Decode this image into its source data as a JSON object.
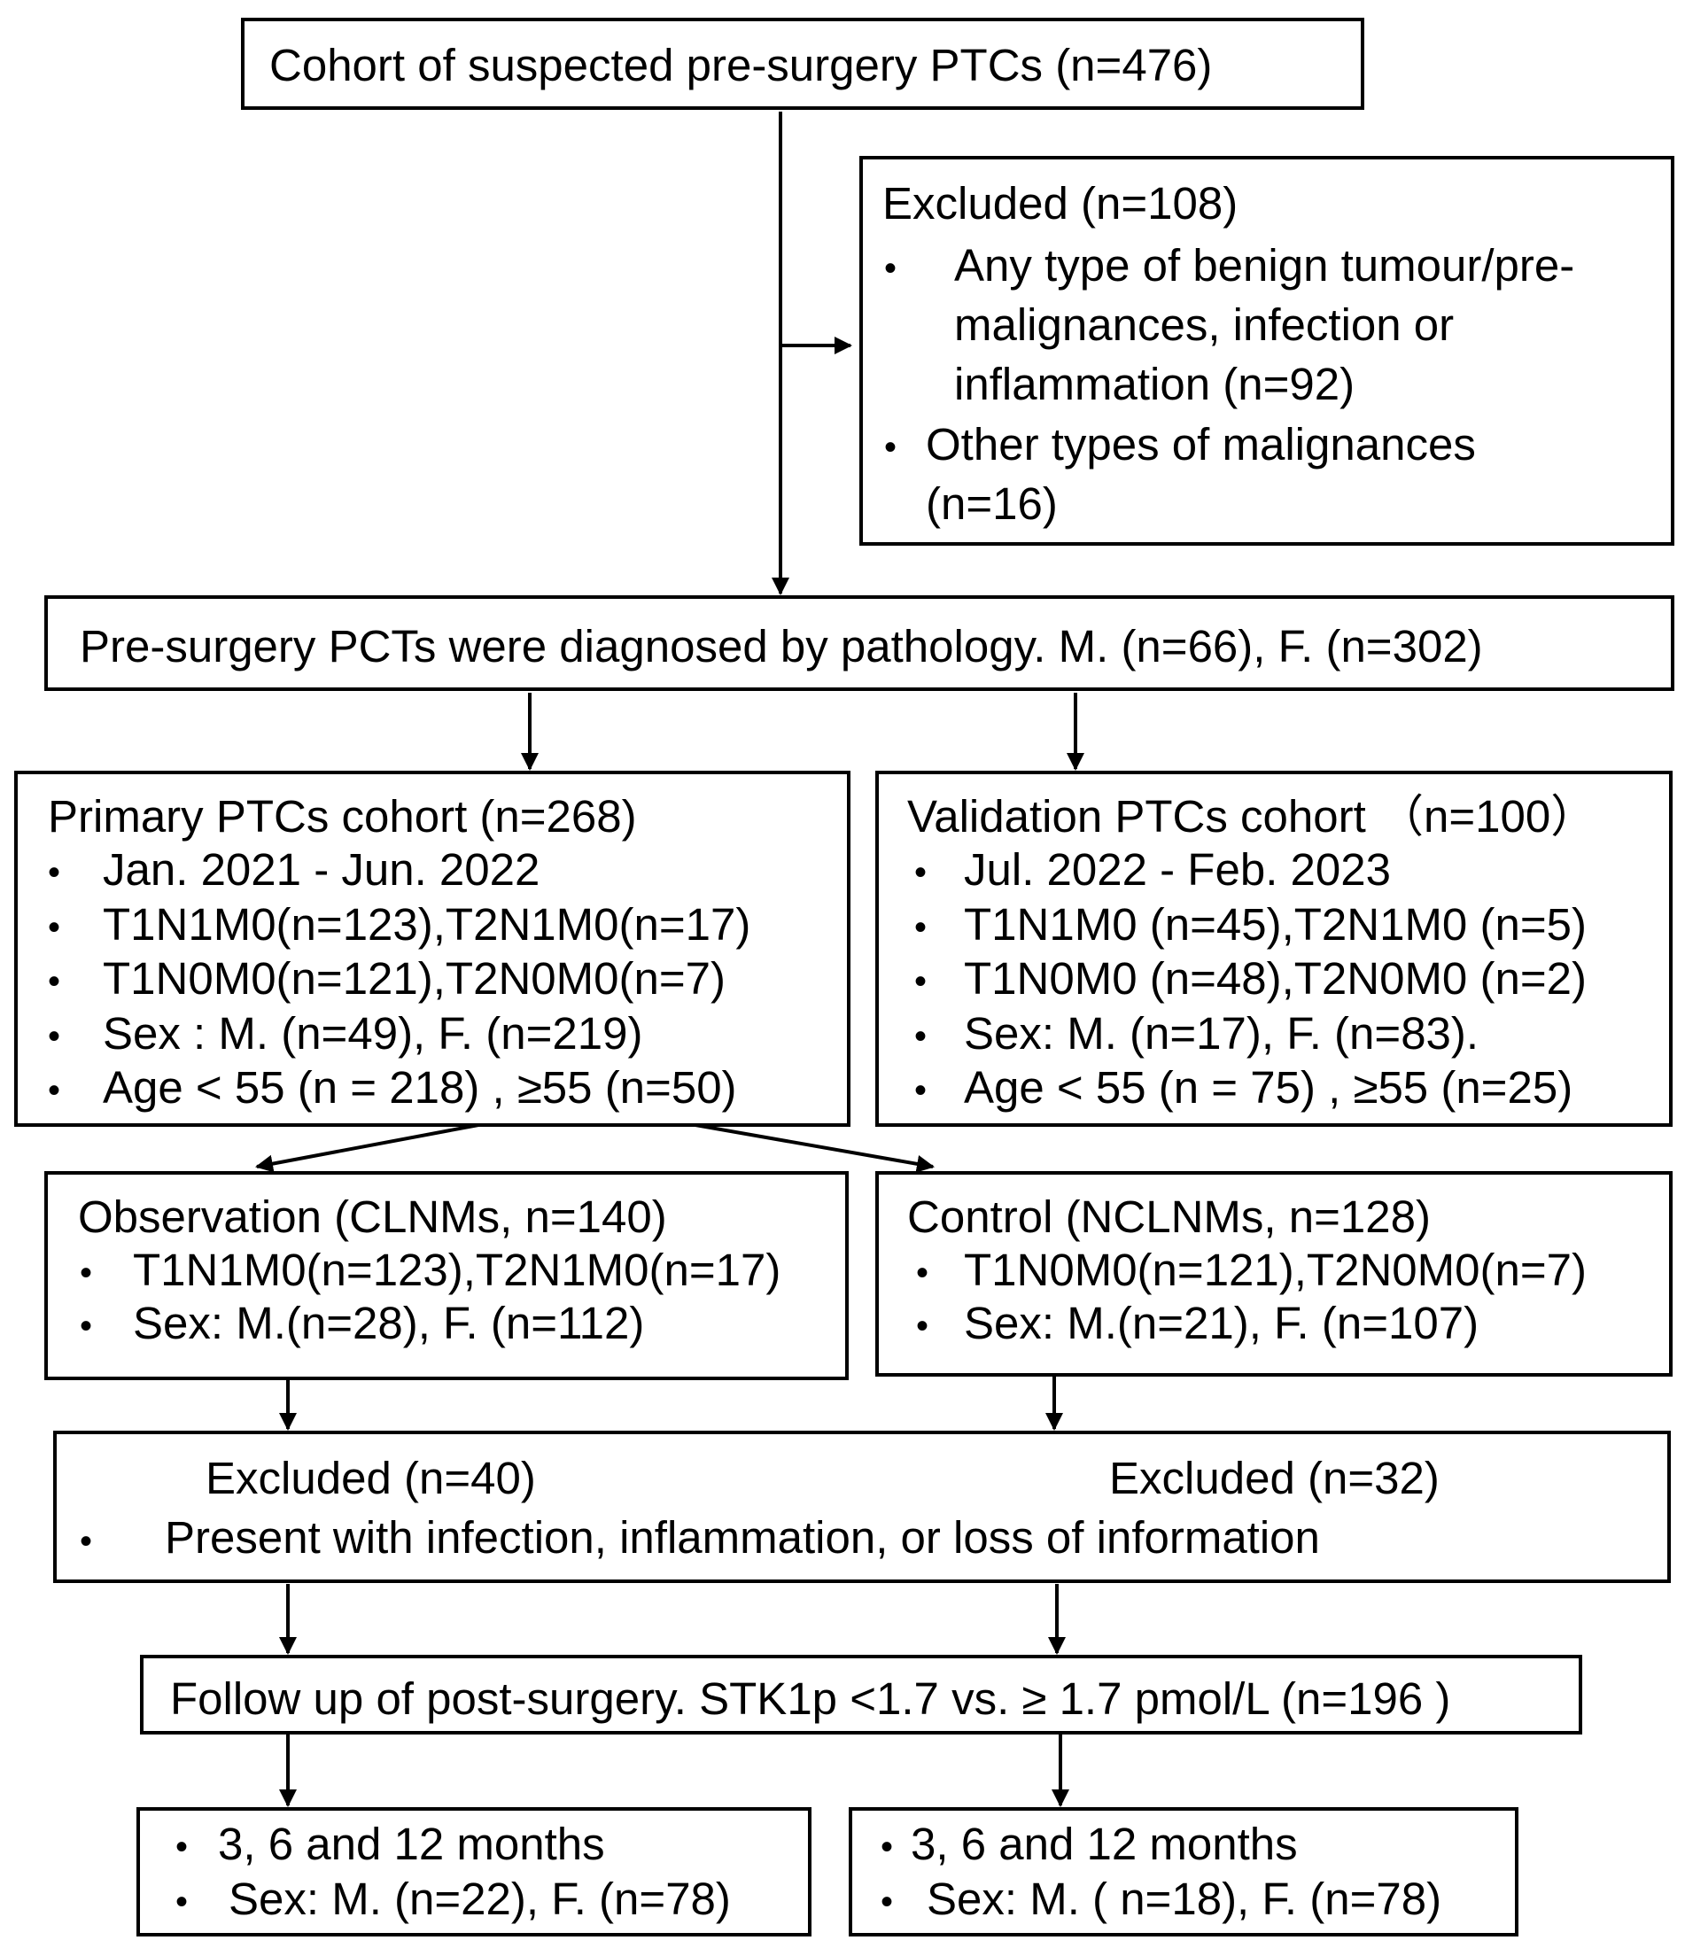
{
  "cohort": {
    "title": "Cohort of suspected pre-surgery PTCs (n=476)"
  },
  "excluded_1": {
    "title": "Excluded (n=108)",
    "items": [
      [
        "Any type of benign tumour/pre-",
        "malignances, infection or",
        "inflammation (n=92)"
      ],
      [
        "Other types of malignances",
        "(n=16)"
      ]
    ]
  },
  "diagnosed": {
    "title": "Pre-surgery PCTs were diagnosed by pathology. M. (n=66),  F. (n=302)"
  },
  "primary": {
    "title": "Primary PTCs cohort (n=268)",
    "items": [
      "Jan. 2021 - Jun. 2022",
      "T1N1M0(n=123),T2N1M0(n=17)",
      "T1N0M0(n=121),T2N0M0(n=7)",
      "Sex : M. (n=49),  F. (n=219)",
      "Age < 55 (n = 218) , ≥55 (n=50)"
    ]
  },
  "validation": {
    "title": "Validation PTCs cohort （n=100）",
    "items": [
      "Jul. 2022 - Feb.  2023",
      "T1N1M0 (n=45),T2N1M0 (n=5)",
      "T1N0M0 (n=48),T2N0M0 (n=2)",
      "Sex: M. (n=17),  F. (n=83).",
      "Age < 55 (n = 75) , ≥55 (n=25)"
    ]
  },
  "observation": {
    "title": "Observation (CLNMs, n=140)",
    "items": [
      "T1N1M0(n=123),T2N1M0(n=17)",
      "Sex: M.(n=28), F. (n=112)"
    ]
  },
  "control": {
    "title": "Control  (NCLNMs, n=128)",
    "items": [
      "T1N0M0(n=121),T2N0M0(n=7)",
      "Sex: M.(n=21), F. (n=107)"
    ]
  },
  "excluded_2": {
    "left_title": "Excluded (n=40)",
    "right_title": "Excluded (n=32)",
    "item": "Present with infection, inflammation, or loss of information"
  },
  "followup": {
    "title": "Follow up of post-surgery. STK1p <1.7 vs. ≥ 1.7 pmol/L (n=196 )"
  },
  "outcome_left": {
    "items": [
      "3, 6  and 12 months",
      "Sex: M. (n=22), F. (n=78)"
    ]
  },
  "outcome_right": {
    "items": [
      "3, 6  and 12 months",
      "Sex: M. ( n=18), F. (n=78)"
    ]
  },
  "bullet": "•",
  "colors": {
    "line": "#000000",
    "divider": "#1f3fa8"
  }
}
